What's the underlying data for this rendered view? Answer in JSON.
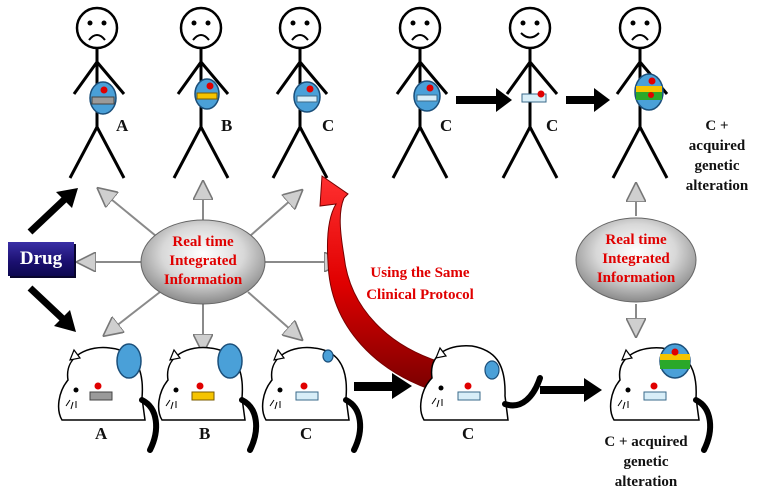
{
  "drug_label": "Drug",
  "oval_left": {
    "line1": "Real time",
    "line2": "Integrated",
    "line3": "Information"
  },
  "oval_right": {
    "line1": "Real time",
    "line2": "Integrated",
    "line3": "Information"
  },
  "protocol": {
    "line1": "Using the Same",
    "line2": "Clinical Protocol"
  },
  "humans": [
    {
      "label": "A",
      "face": "sad"
    },
    {
      "label": "B",
      "face": "sad"
    },
    {
      "label": "C",
      "face": "sad"
    },
    {
      "label": "C",
      "face": "sad"
    },
    {
      "label": "C",
      "face": "happy"
    },
    {
      "label": "",
      "face": "sad"
    }
  ],
  "human_alteration": {
    "line1": "C +",
    "line2": "acquired",
    "line3": "genetic",
    "line4": "alteration"
  },
  "mice": [
    {
      "label": "A"
    },
    {
      "label": "B"
    },
    {
      "label": "C"
    },
    {
      "label": "C"
    }
  ],
  "mouse_alteration": {
    "line1": "C + acquired",
    "line2": "genetic",
    "line3": "alteration"
  },
  "colors": {
    "tumor_blue": "#4aa0d8",
    "red_dot": "#e00000",
    "curved_arrow": "#e00000",
    "drug_box": "#1a0f6e",
    "oval_text": "#e00000",
    "band_green": "#2aa82a",
    "band_yellow": "#f5c400"
  }
}
